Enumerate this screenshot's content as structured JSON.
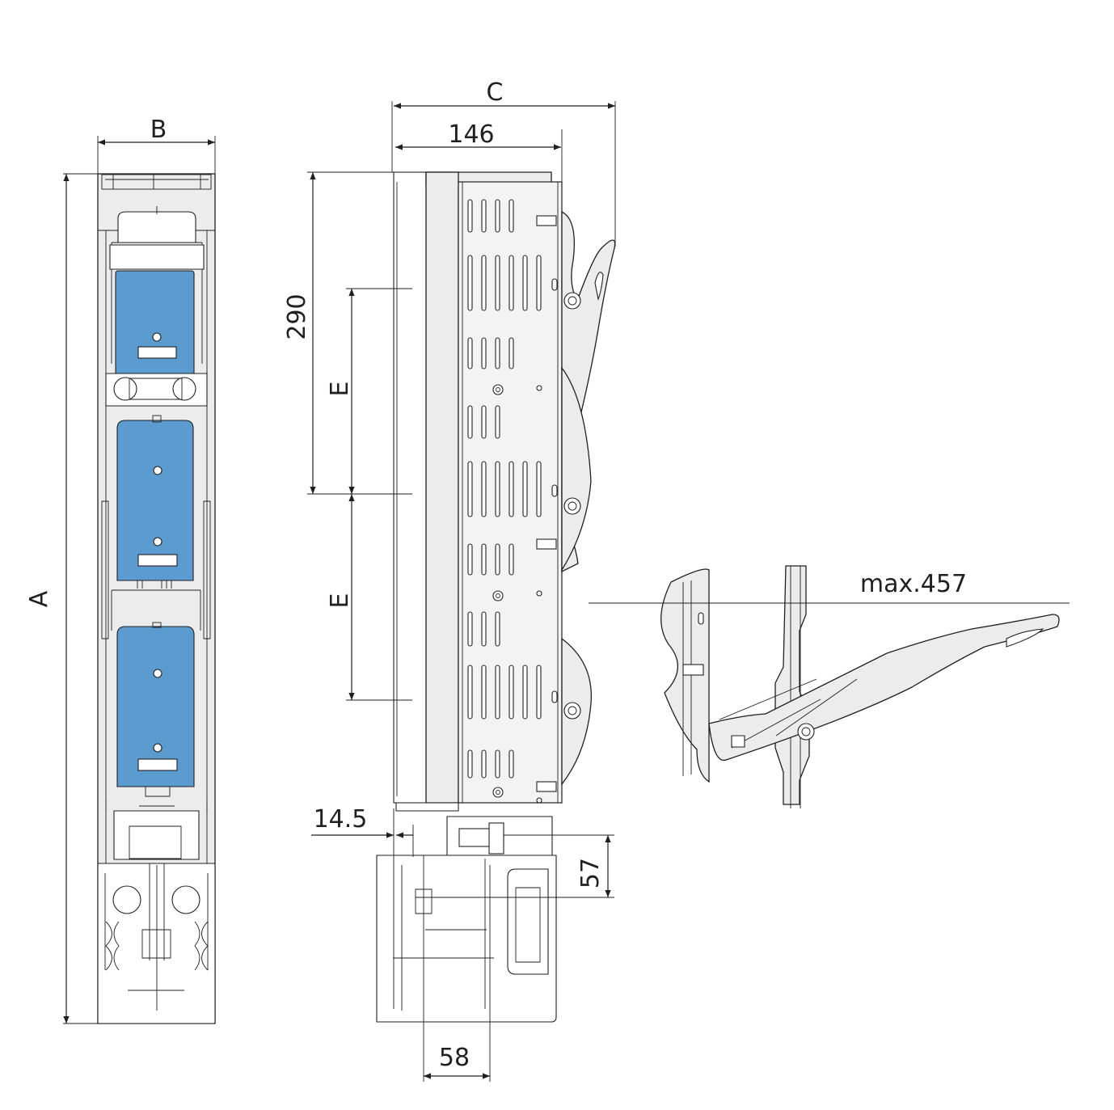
{
  "dimensions": {
    "a": "A",
    "b": "B",
    "c": "C",
    "d146": "146",
    "d290": "290",
    "e1": "E",
    "e2": "E",
    "d14_5": "14.5",
    "d57": "57",
    "d58": "58",
    "max": "max.457"
  },
  "colors": {
    "fuse_blue": "#5b9bd0",
    "body_grey": "#ececec",
    "line": "#231f20"
  }
}
